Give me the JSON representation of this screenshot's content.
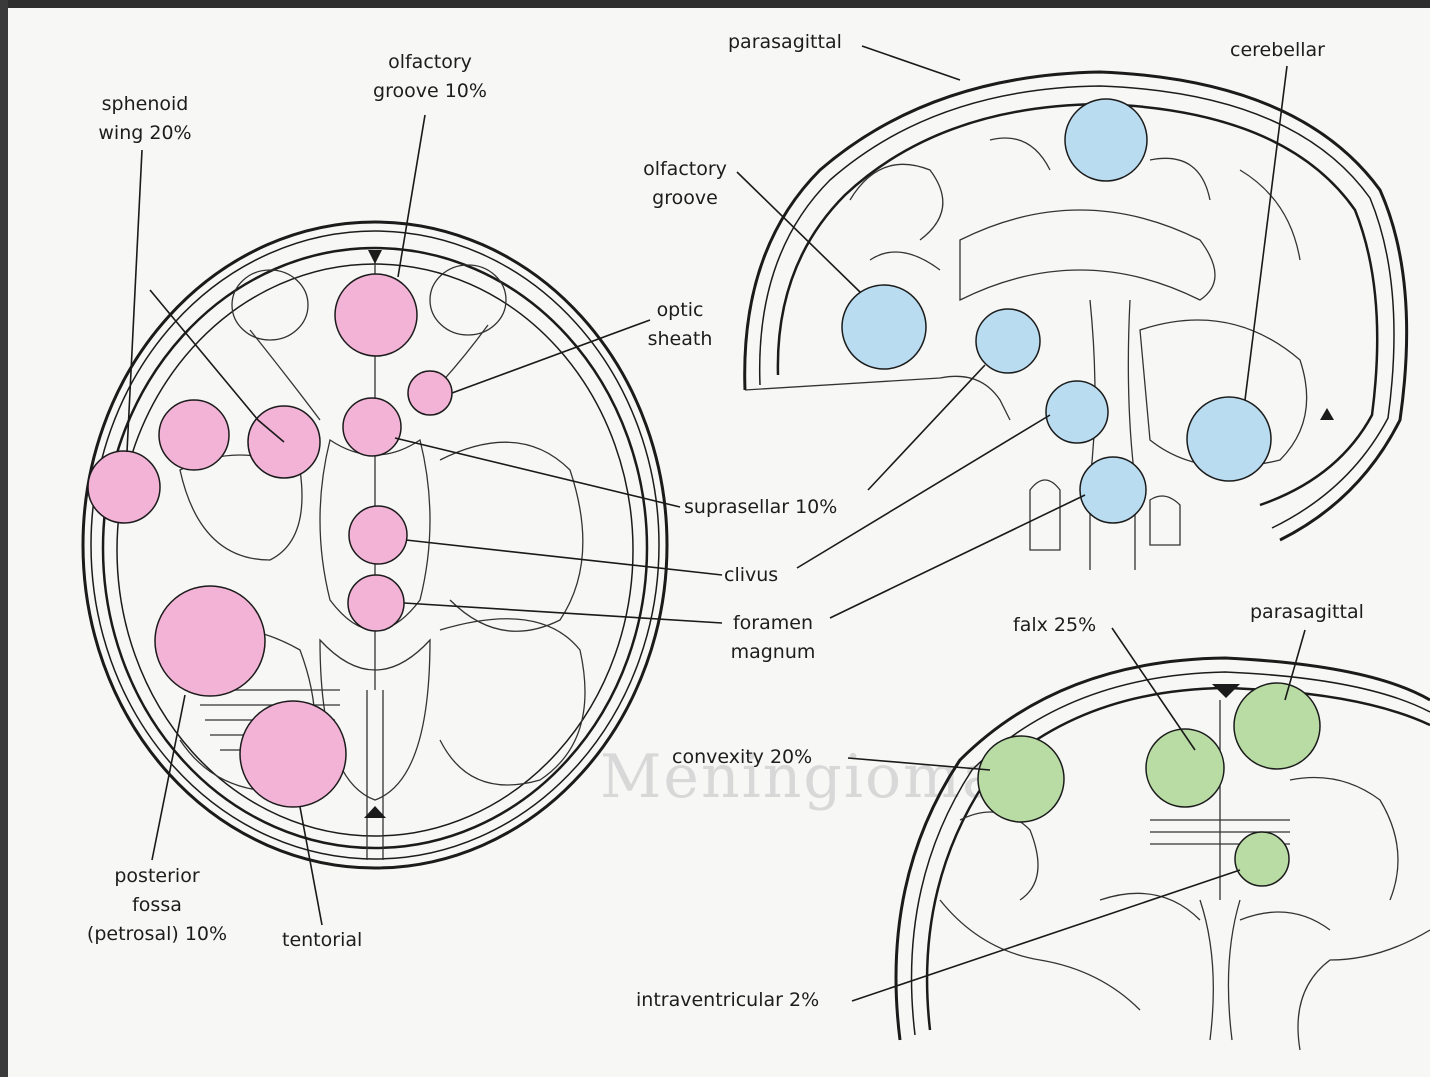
{
  "watermark": "Meningioma",
  "colors": {
    "axial_tumor": "#f2b3d6",
    "sagittal_tumor": "#b9dcf0",
    "coronal_tumor": "#b9dca4",
    "outline": "#1b1b1b"
  },
  "axial": {
    "labels": {
      "sphenoid_wing": [
        "sphenoid",
        "wing 20%"
      ],
      "olfactory_groove": [
        "olfactory",
        "groove 10%"
      ],
      "optic_sheath": [
        "optic",
        "sheath"
      ],
      "suprasellar": "suprasellar 10%",
      "clivus": "clivus",
      "foramen_magnum": [
        "foramen",
        "magnum"
      ],
      "posterior_fossa": [
        "posterior",
        "fossa",
        "(petrosal) 10%"
      ],
      "tentorial": "tentorial"
    }
  },
  "sagittal": {
    "labels": {
      "parasagittal": "parasagittal",
      "cerebellar": "cerebellar",
      "olfactory_groove": [
        "olfactory",
        "groove"
      ]
    }
  },
  "coronal": {
    "labels": {
      "falx": "falx 25%",
      "parasagittal": "parasagittal",
      "convexity": "convexity 20%",
      "intraventricular": "intraventricular 2%"
    }
  }
}
